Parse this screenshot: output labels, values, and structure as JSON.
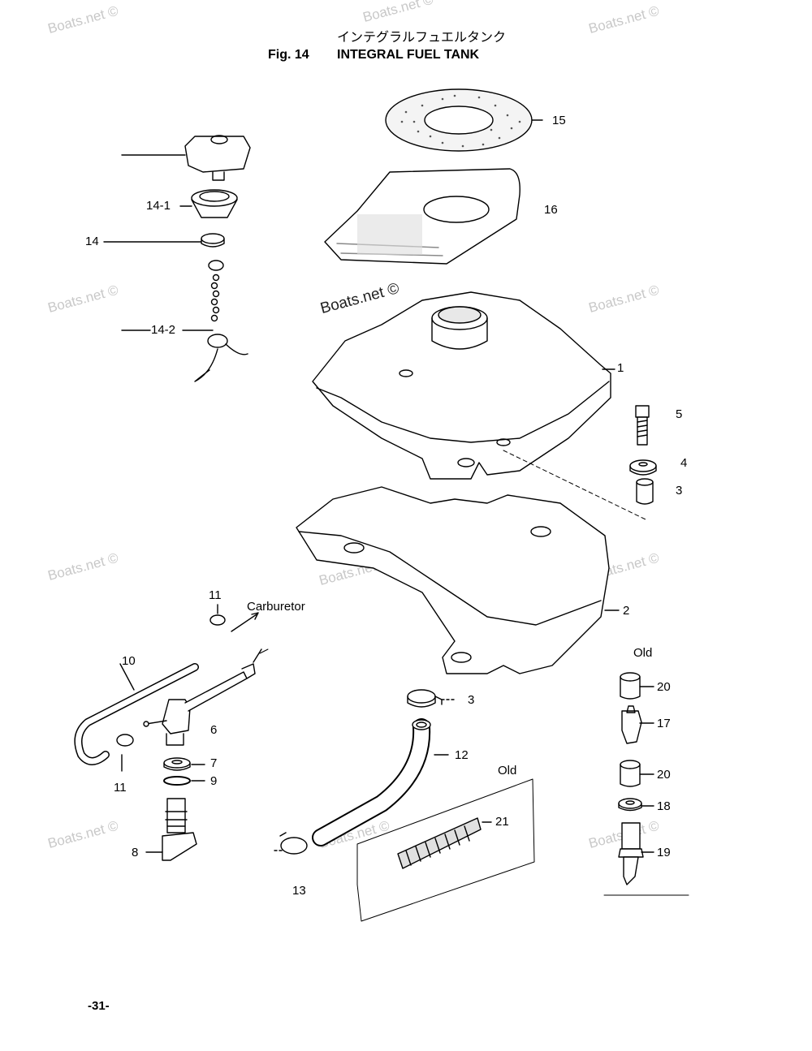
{
  "title": {
    "japanese": "インテグラルフュエルタンク",
    "figure": "Fig. 14",
    "name": "INTEGRAL FUEL TANK"
  },
  "watermark": "Boats.net ©",
  "callouts": {
    "c15": "15",
    "c16": "16",
    "c1": "1",
    "c5": "5",
    "c4": "4",
    "c3a": "3",
    "c2": "2",
    "c14_1": "14-1",
    "c14": "14",
    "c14_2": "14-2",
    "c11a": "11",
    "carburetor": "Carburetor",
    "c10": "10",
    "c6": "6",
    "c7": "7",
    "c9": "9",
    "c11b": "11",
    "c8": "8",
    "c3b": "3",
    "c12": "12",
    "c13": "13",
    "c21": "21",
    "old1": "Old",
    "old2": "Old",
    "c20a": "20",
    "c17": "17",
    "c20b": "20",
    "c18": "18",
    "c19": "19"
  },
  "page_number": "-31-"
}
